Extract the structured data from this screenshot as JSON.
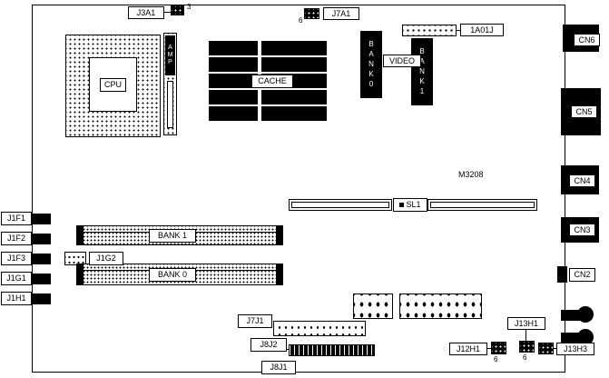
{
  "diagram": {
    "part_number": "M3208"
  },
  "chips": {
    "cpu": "CPU",
    "amp": "AMP",
    "cache": "CACHE",
    "video": "VIDEO",
    "bank0_vertical": "BANK0",
    "bank1_vertical": "BANK1",
    "bank1_row": "BANK 1",
    "bank0_row": "BANK 0"
  },
  "slots": {
    "sl1": "SL1"
  },
  "connectors": {
    "j3a1": "J3A1",
    "j3a1_pins": "3",
    "j7a1": "J7A1",
    "j7a1_pins": "6",
    "a01j": "1A01J",
    "cn6": "CN6",
    "cn5": "CN5",
    "cn4": "CN4",
    "cn3": "CN3",
    "cn2": "CN2",
    "j1f1": "J1F1",
    "j1f2": "J1F2",
    "j1f3": "J1F3",
    "j1g1": "J1G1",
    "j1h1": "J1H1",
    "j1g2": "J1G2",
    "j7j1": "J7J1",
    "j8j2": "J8J2",
    "j8j1": "J8J1",
    "j12h1": "J12H1",
    "j12h1_pins": "6",
    "j13h1": "J13H1",
    "j13h1_pins": "6",
    "j13h3": "J13H3"
  }
}
